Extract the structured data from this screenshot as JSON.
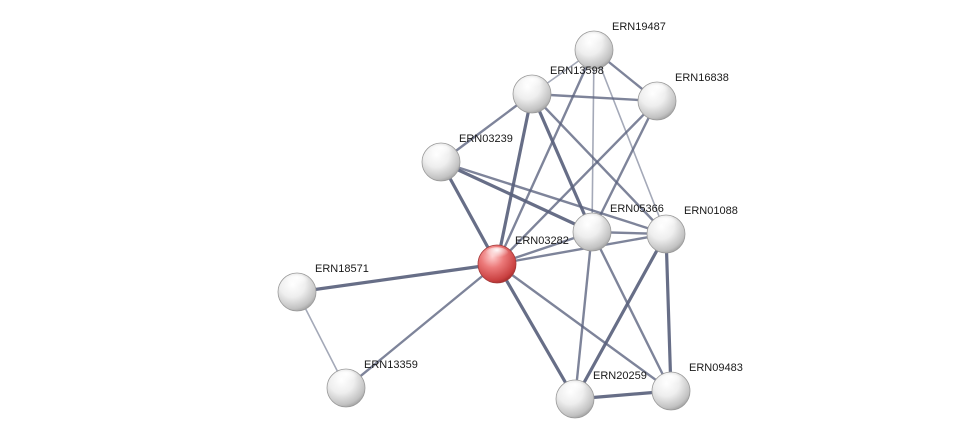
{
  "network": {
    "nodes": [
      {
        "id": "ERN03282",
        "label": "ERN03282",
        "query": true
      },
      {
        "id": "ERN19487",
        "label": "ERN19487"
      },
      {
        "id": "ERN13598",
        "label": "ERN13598"
      },
      {
        "id": "ERN16838",
        "label": "ERN16838"
      },
      {
        "id": "ERN03239",
        "label": "ERN03239"
      },
      {
        "id": "ERN05366",
        "label": "ERN05366"
      },
      {
        "id": "ERN01088",
        "label": "ERN01088"
      },
      {
        "id": "ERN18571",
        "label": "ERN18571"
      },
      {
        "id": "ERN13359",
        "label": "ERN13359"
      },
      {
        "id": "ERN20259",
        "label": "ERN20259"
      },
      {
        "id": "ERN09483",
        "label": "ERN09483"
      }
    ],
    "edges": [
      {
        "source": "ERN03282",
        "target": "ERN18571",
        "strength": "strong"
      },
      {
        "source": "ERN03282",
        "target": "ERN13359",
        "strength": "medium"
      },
      {
        "source": "ERN03282",
        "target": "ERN03239",
        "strength": "strong"
      },
      {
        "source": "ERN03282",
        "target": "ERN13598",
        "strength": "strong"
      },
      {
        "source": "ERN03282",
        "target": "ERN19487",
        "strength": "medium"
      },
      {
        "source": "ERN03282",
        "target": "ERN16838",
        "strength": "medium"
      },
      {
        "source": "ERN03282",
        "target": "ERN05366",
        "strength": "medium"
      },
      {
        "source": "ERN03282",
        "target": "ERN01088",
        "strength": "medium"
      },
      {
        "source": "ERN03282",
        "target": "ERN20259",
        "strength": "strong"
      },
      {
        "source": "ERN03282",
        "target": "ERN09483",
        "strength": "medium"
      },
      {
        "source": "ERN18571",
        "target": "ERN13359",
        "strength": "weak"
      },
      {
        "source": "ERN03239",
        "target": "ERN13598",
        "strength": "medium"
      },
      {
        "source": "ERN03239",
        "target": "ERN05366",
        "strength": "strong"
      },
      {
        "source": "ERN03239",
        "target": "ERN01088",
        "strength": "medium"
      },
      {
        "source": "ERN13598",
        "target": "ERN19487",
        "strength": "weak"
      },
      {
        "source": "ERN13598",
        "target": "ERN16838",
        "strength": "medium"
      },
      {
        "source": "ERN13598",
        "target": "ERN05366",
        "strength": "strong"
      },
      {
        "source": "ERN13598",
        "target": "ERN01088",
        "strength": "medium"
      },
      {
        "source": "ERN19487",
        "target": "ERN16838",
        "strength": "medium"
      },
      {
        "source": "ERN19487",
        "target": "ERN05366",
        "strength": "weak"
      },
      {
        "source": "ERN19487",
        "target": "ERN01088",
        "strength": "weak"
      },
      {
        "source": "ERN16838",
        "target": "ERN05366",
        "strength": "medium"
      },
      {
        "source": "ERN05366",
        "target": "ERN01088",
        "strength": "medium"
      },
      {
        "source": "ERN05366",
        "target": "ERN20259",
        "strength": "medium"
      },
      {
        "source": "ERN05366",
        "target": "ERN09483",
        "strength": "medium"
      },
      {
        "source": "ERN01088",
        "target": "ERN20259",
        "strength": "strong"
      },
      {
        "source": "ERN01088",
        "target": "ERN09483",
        "strength": "strong"
      },
      {
        "source": "ERN20259",
        "target": "ERN09483",
        "strength": "strong"
      }
    ]
  },
  "colors": {
    "edge": "#5a627d",
    "node_fill": "#e6e6e6",
    "node_query_fill": "#e05a5a",
    "label": "#1a1a1a"
  }
}
